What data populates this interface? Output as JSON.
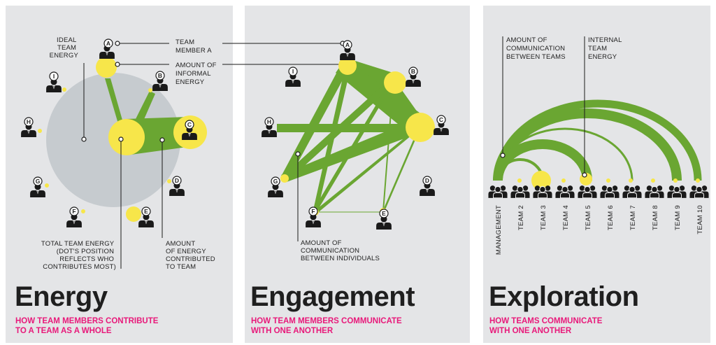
{
  "panels": [
    {
      "title": "Energy",
      "subtitle_line1": "HOW TEAM MEMBERS CONTRIBUTE",
      "subtitle_line2": "TO A TEAM AS A WHOLE",
      "annotations": {
        "ideal": [
          "IDEAL",
          "TEAM",
          "ENERGY"
        ],
        "team_member": [
          "TEAM",
          "MEMBER A"
        ],
        "informal": [
          "AMOUNT OF",
          "INFORMAL",
          "ENERGY"
        ],
        "total": [
          "TOTAL TEAM ENERGY",
          "(DOT'S POSITION",
          "REFLECTS WHO",
          "CONTRIBUTES MOST)"
        ],
        "contributed": [
          "AMOUNT",
          "OF ENERGY",
          "CONTRIBUTED",
          "TO TEAM"
        ]
      },
      "members": [
        "A",
        "B",
        "C",
        "D",
        "E",
        "F",
        "G",
        "H",
        "I"
      ]
    },
    {
      "title": "Engagement",
      "subtitle_line1": "HOW TEAM MEMBERS COMMUNICATE",
      "subtitle_line2": "WITH ONE ANOTHER",
      "annotations": {
        "communication": [
          "AMOUNT OF",
          "COMMUNICATION",
          "BETWEEN INDIVIDUALS"
        ]
      },
      "members": [
        "A",
        "B",
        "C",
        "D",
        "E",
        "F",
        "G",
        "H",
        "I"
      ]
    },
    {
      "title": "Exploration",
      "subtitle_line1": "HOW TEAMS COMMUNICATE",
      "subtitle_line2": "WITH ONE ANOTHER",
      "annotations": {
        "between": [
          "AMOUNT OF",
          "COMMUNICATION",
          "BETWEEN TEAMS"
        ],
        "internal": [
          "INTERNAL",
          "TEAM",
          "ENERGY"
        ]
      },
      "teams": [
        "MANAGEMENT",
        "TEAM 2",
        "TEAM 3",
        "TEAM 4",
        "TEAM 5",
        "TEAM 6",
        "TEAM 7",
        "TEAM 8",
        "TEAM 9",
        "TEAM 10"
      ]
    }
  ],
  "colors": {
    "panel_bg": "#e4e5e7",
    "green": "#6aa632",
    "yellow": "#f7e64a",
    "ideal_circle": "#c6cbcf",
    "subtitle": "#e8197a",
    "figure": "#1a1a1a"
  }
}
